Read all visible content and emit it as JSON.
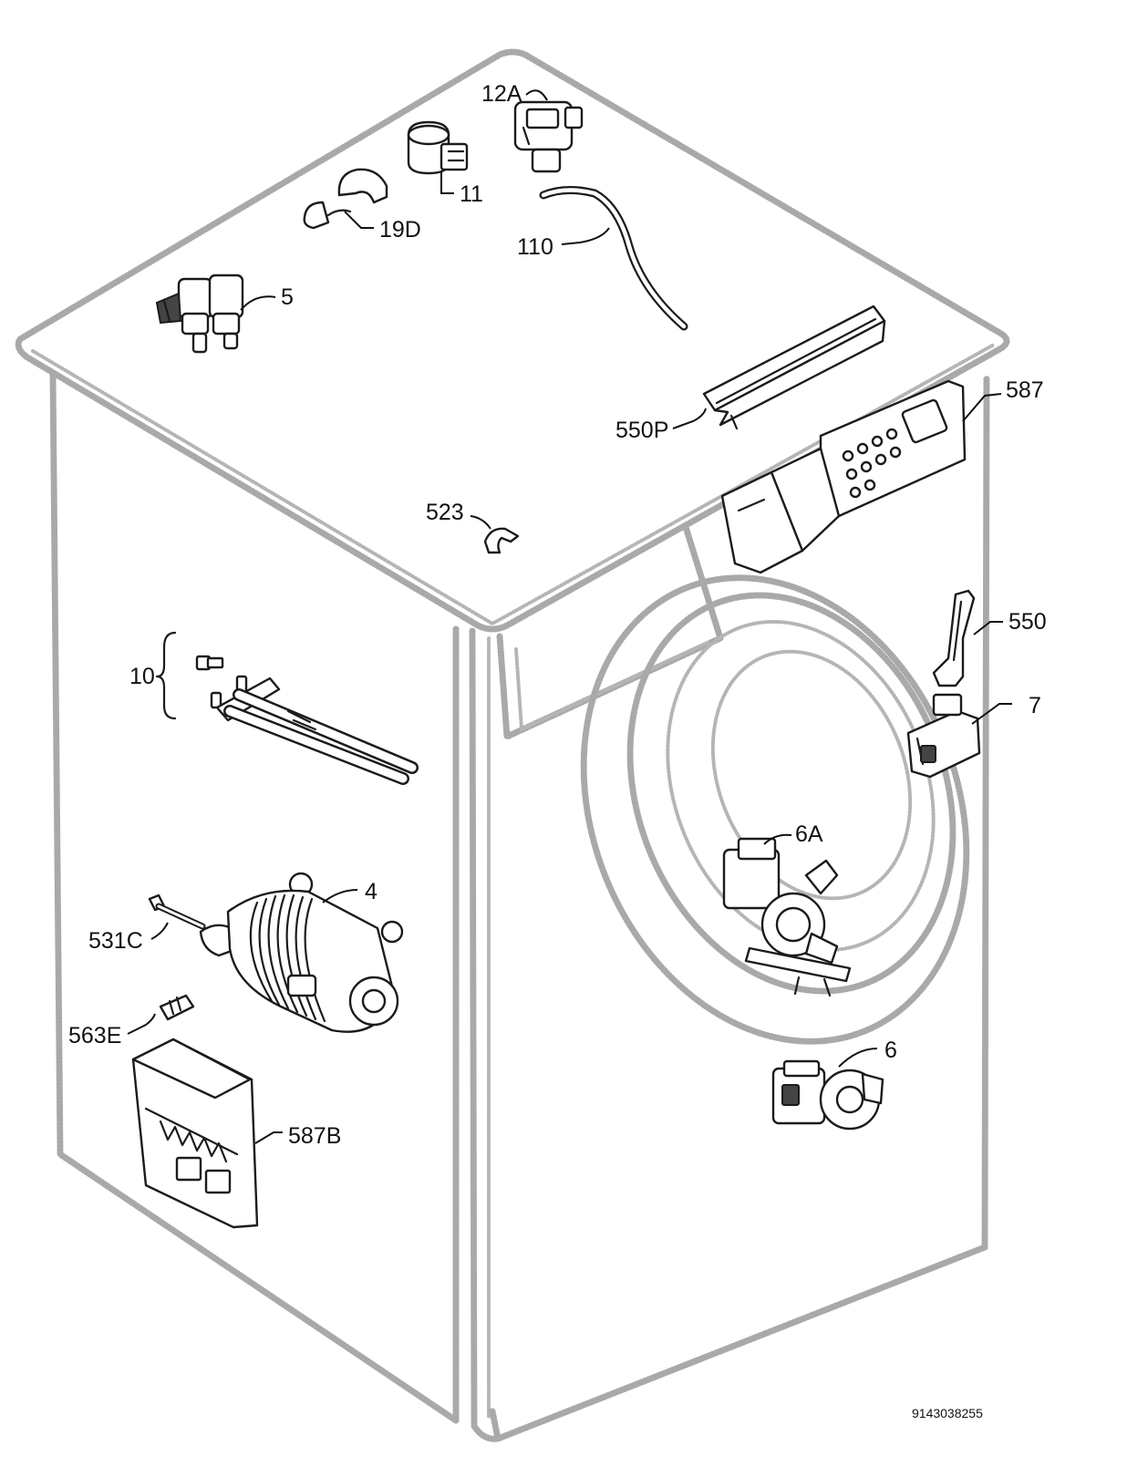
{
  "diagram": {
    "callouts": {
      "c12A": "12A",
      "c11": "11",
      "c19D": "19D",
      "c110": "110",
      "c5": "5",
      "c587": "587",
      "c550P": "550P",
      "c523": "523",
      "c550": "550",
      "c10": "10",
      "c7": "7",
      "c6A": "6A",
      "c4": "4",
      "c531C": "531C",
      "c563E": "563E",
      "c6": "6",
      "c587B": "587B"
    },
    "drawing_number": "9143038255"
  }
}
